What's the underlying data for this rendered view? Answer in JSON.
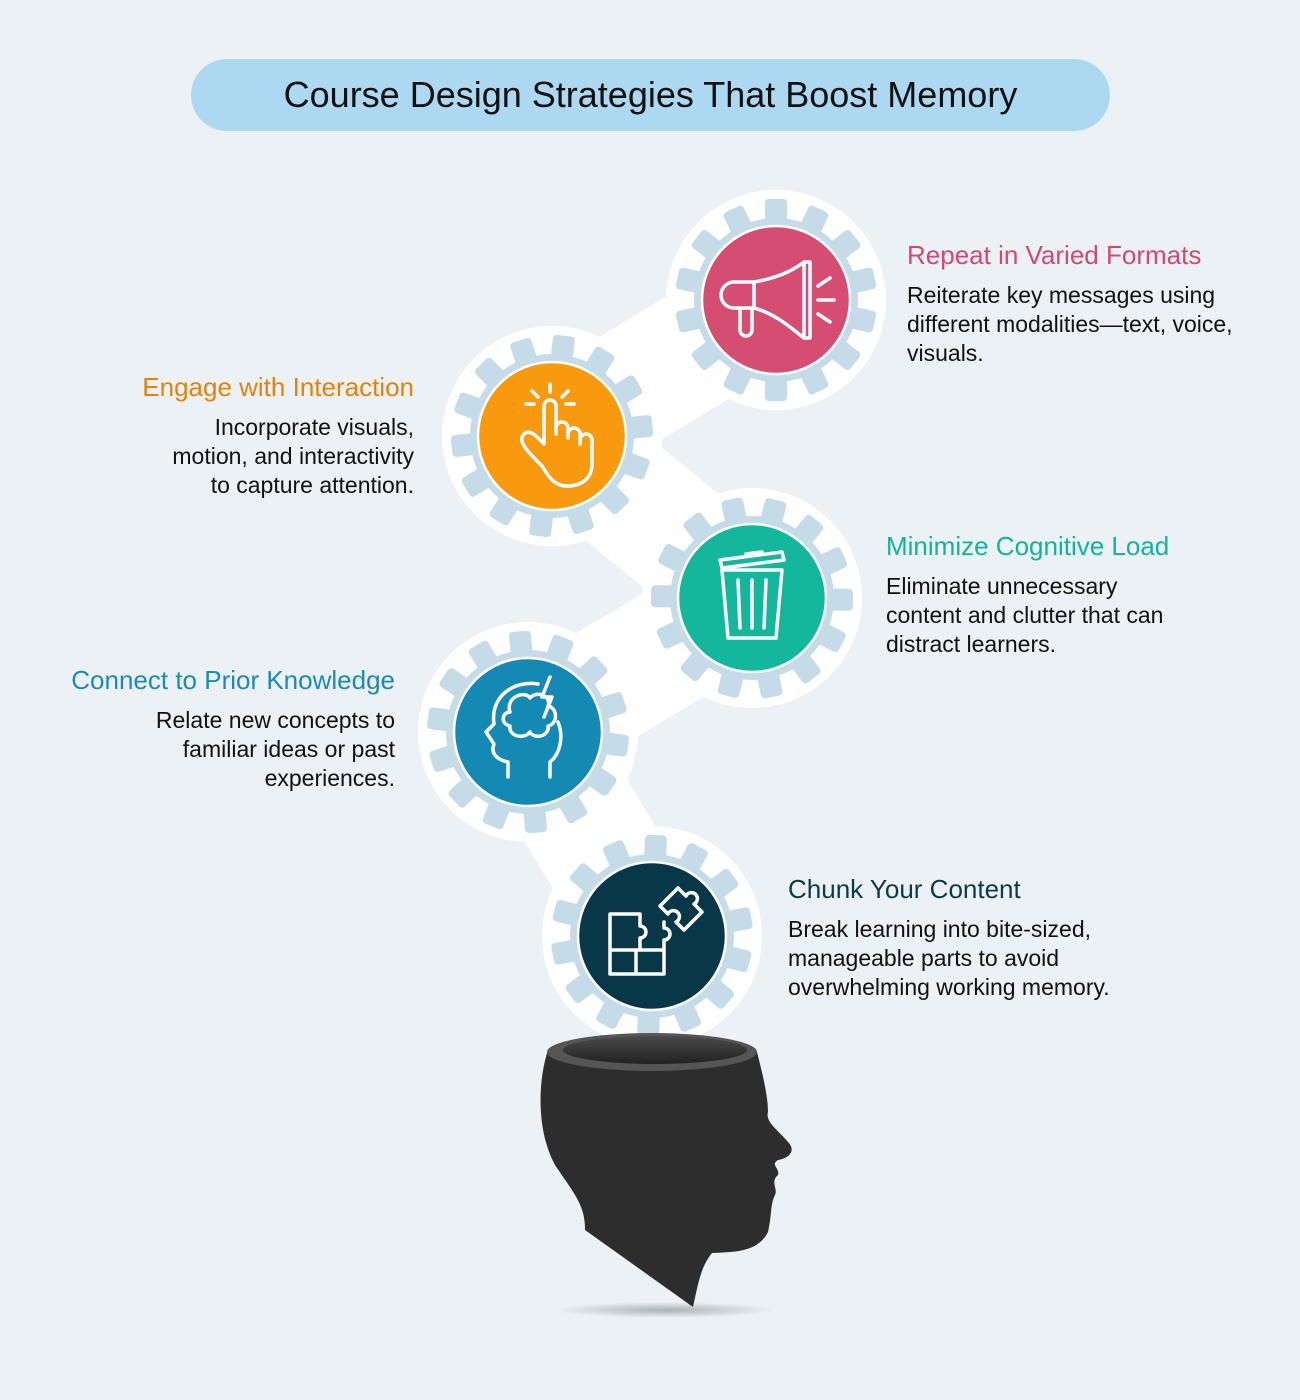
{
  "title": "Course Design Strategies That Boost Memory",
  "strategies": [
    {
      "heading": "Repeat in Varied Formats",
      "body": "Reiterate key messages using different modalities—text, voice, visuals.",
      "icon": "megaphone-icon",
      "color": "#d64d72",
      "heading_color": "#d6486f"
    },
    {
      "heading": "Engage with Interaction",
      "body": "Incorporate visuals, motion, and interactivity to capture attention.",
      "icon": "tap-hand-icon",
      "color": "#f99a0e",
      "heading_color": "#e5820c"
    },
    {
      "heading": "Minimize Cognitive Load",
      "body": "Eliminate unnecessary content and clutter that can distract learners.",
      "icon": "trash-icon",
      "color": "#14b79c",
      "heading_color": "#14b39a"
    },
    {
      "heading": "Connect to Prior Knowledge",
      "body": "Relate new concepts to familiar ideas or past experiences.",
      "icon": "brain-head-icon",
      "color": "#1489b4",
      "heading_color": "#1d8ab5"
    },
    {
      "heading": "Chunk Your Content",
      "body": "Break learning into bite-sized, manageable parts to avoid overwhelming working memory.",
      "icon": "puzzle-icon",
      "color": "#083847",
      "heading_color": "#0c3a4a"
    }
  ]
}
